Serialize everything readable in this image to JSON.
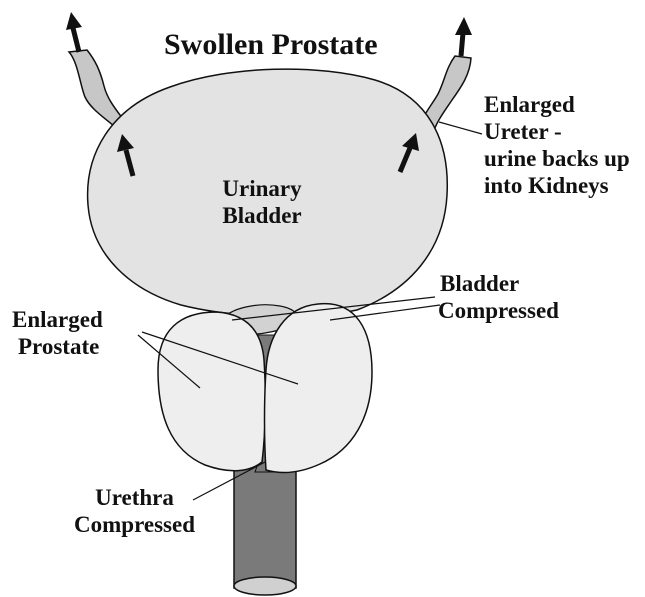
{
  "title": "Swollen Prostate",
  "labels": {
    "bladder": [
      "Urinary",
      "Bladder"
    ],
    "ureter": [
      "Enlarged",
      "Ureter -",
      "urine backs up",
      "into Kidneys"
    ],
    "bladder_compressed": [
      "Bladder",
      "Compressed"
    ],
    "enlarged_prostate": [
      "Enlarged",
      "Prostate"
    ],
    "urethra_compressed": [
      "Urethra",
      "Compressed"
    ]
  },
  "colors": {
    "bladder_fill": "#e3e3e3",
    "prostate_fill": "#eeeeee",
    "ureter_fill": "#c7c7c7",
    "urethra_fill": "#7a7a7a",
    "stroke": "#111111",
    "arrow": "#111111"
  }
}
